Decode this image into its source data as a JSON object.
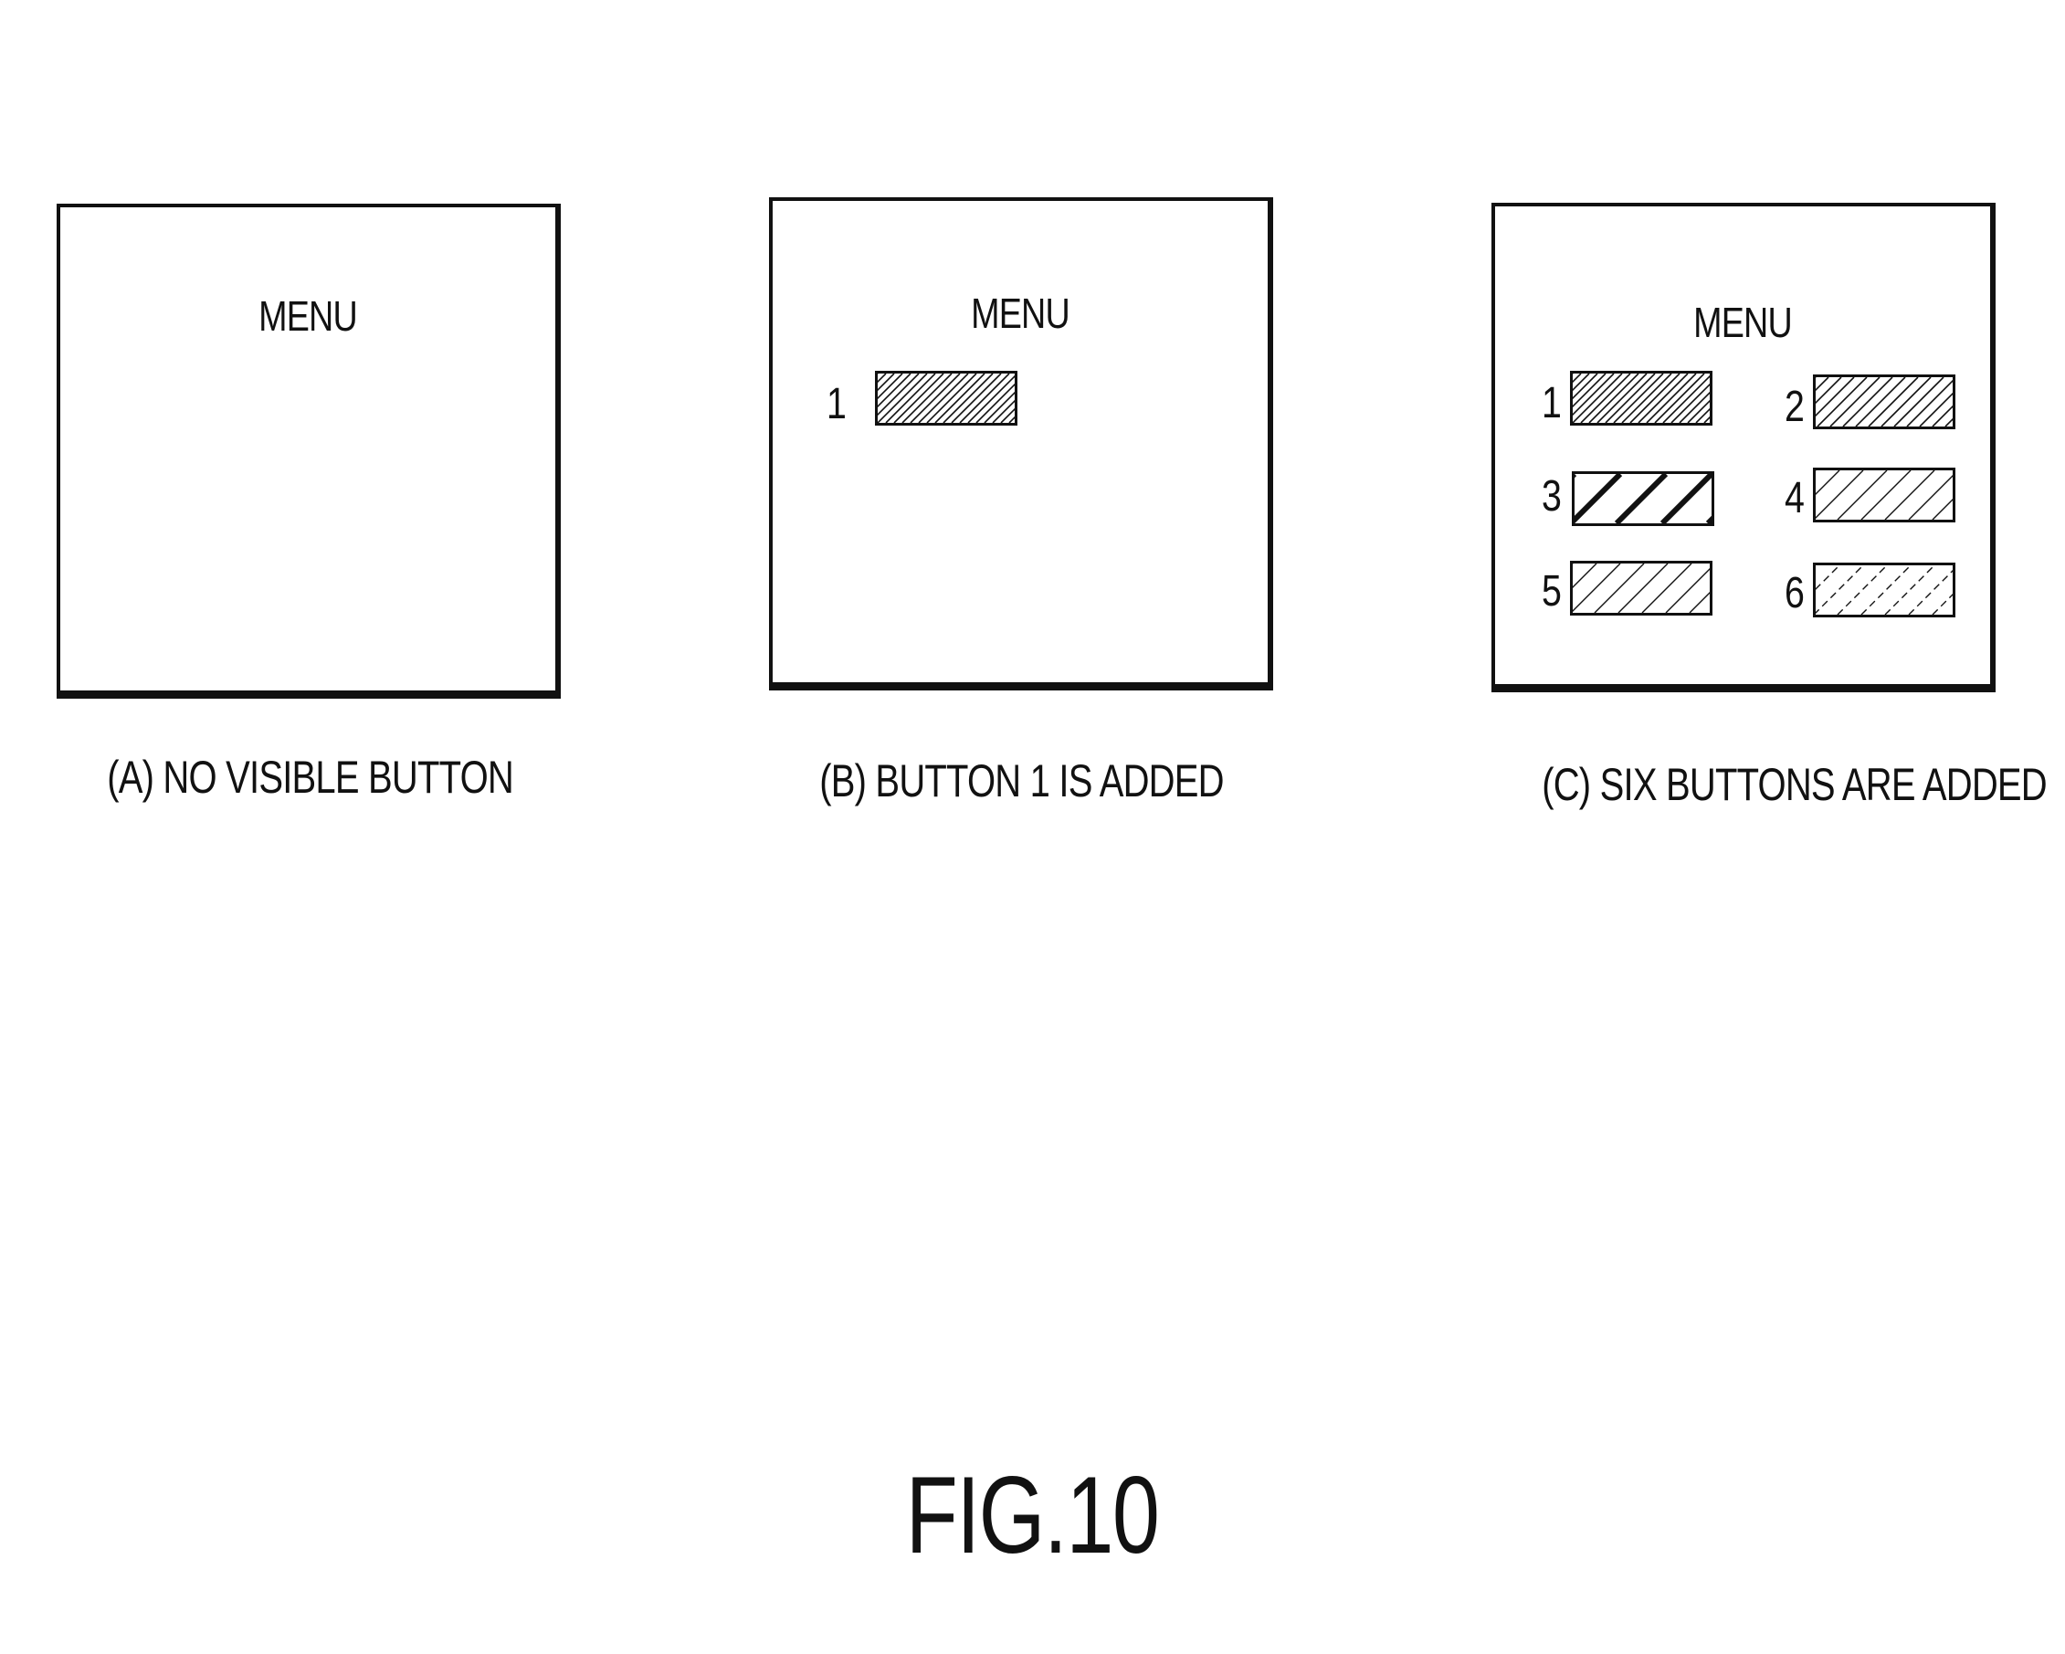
{
  "panels": [
    {
      "menu_title": "MENU",
      "caption": "(A) NO VISIBLE BUTTON",
      "buttons": []
    },
    {
      "menu_title": "MENU",
      "caption": "(B) BUTTON 1 IS ADDED",
      "buttons": [
        {
          "number": "1",
          "hatch": "dense"
        }
      ]
    },
    {
      "menu_title": "MENU",
      "caption": "(C) SIX BUTTONS ARE ADDED",
      "buttons": [
        {
          "number": "1",
          "hatch": "dense"
        },
        {
          "number": "2",
          "hatch": "medium"
        },
        {
          "number": "3",
          "hatch": "bold"
        },
        {
          "number": "4",
          "hatch": "light"
        },
        {
          "number": "5",
          "hatch": "light"
        },
        {
          "number": "6",
          "hatch": "light-dashed"
        }
      ]
    }
  ],
  "figure_label": "FIG.10"
}
